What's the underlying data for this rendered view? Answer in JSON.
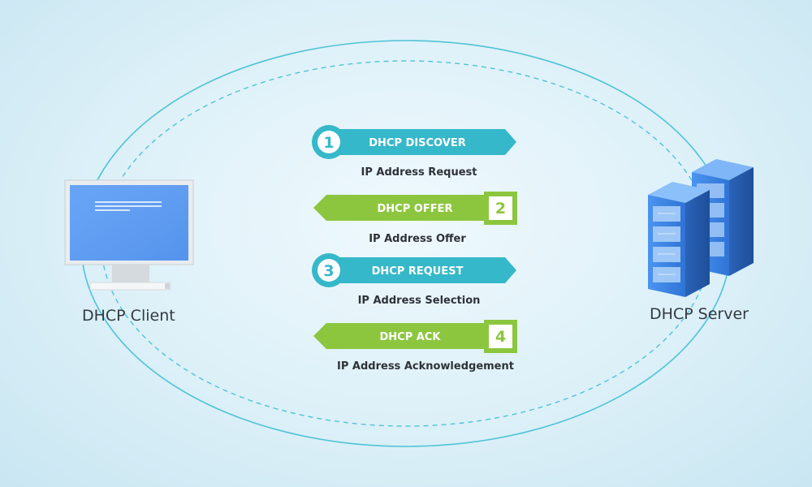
{
  "client": {
    "label": "DHCP Client"
  },
  "server": {
    "label": "DHCP Server"
  },
  "steps": [
    {
      "number": "1",
      "title": "DHCP DISCOVER",
      "subtitle": "IP Address Request",
      "direction": "right",
      "color": "#35b8c9"
    },
    {
      "number": "2",
      "title": "DHCP OFFER",
      "subtitle": "IP Address Offer",
      "direction": "left",
      "color": "#8cc63f"
    },
    {
      "number": "3",
      "title": "DHCP REQUEST",
      "subtitle": "IP Address Selection",
      "direction": "right",
      "color": "#35b8c9"
    },
    {
      "number": "4",
      "title": "DHCP ACK",
      "subtitle": "IP Address Acknowledgement",
      "direction": "left",
      "color": "#8cc63f"
    }
  ],
  "colors": {
    "teal": "#35b8c9",
    "green": "#8cc63f",
    "orbit": "#4fc3d6",
    "monitor_screen": "#5b9cf5",
    "server_blue": "#3d86e8"
  }
}
